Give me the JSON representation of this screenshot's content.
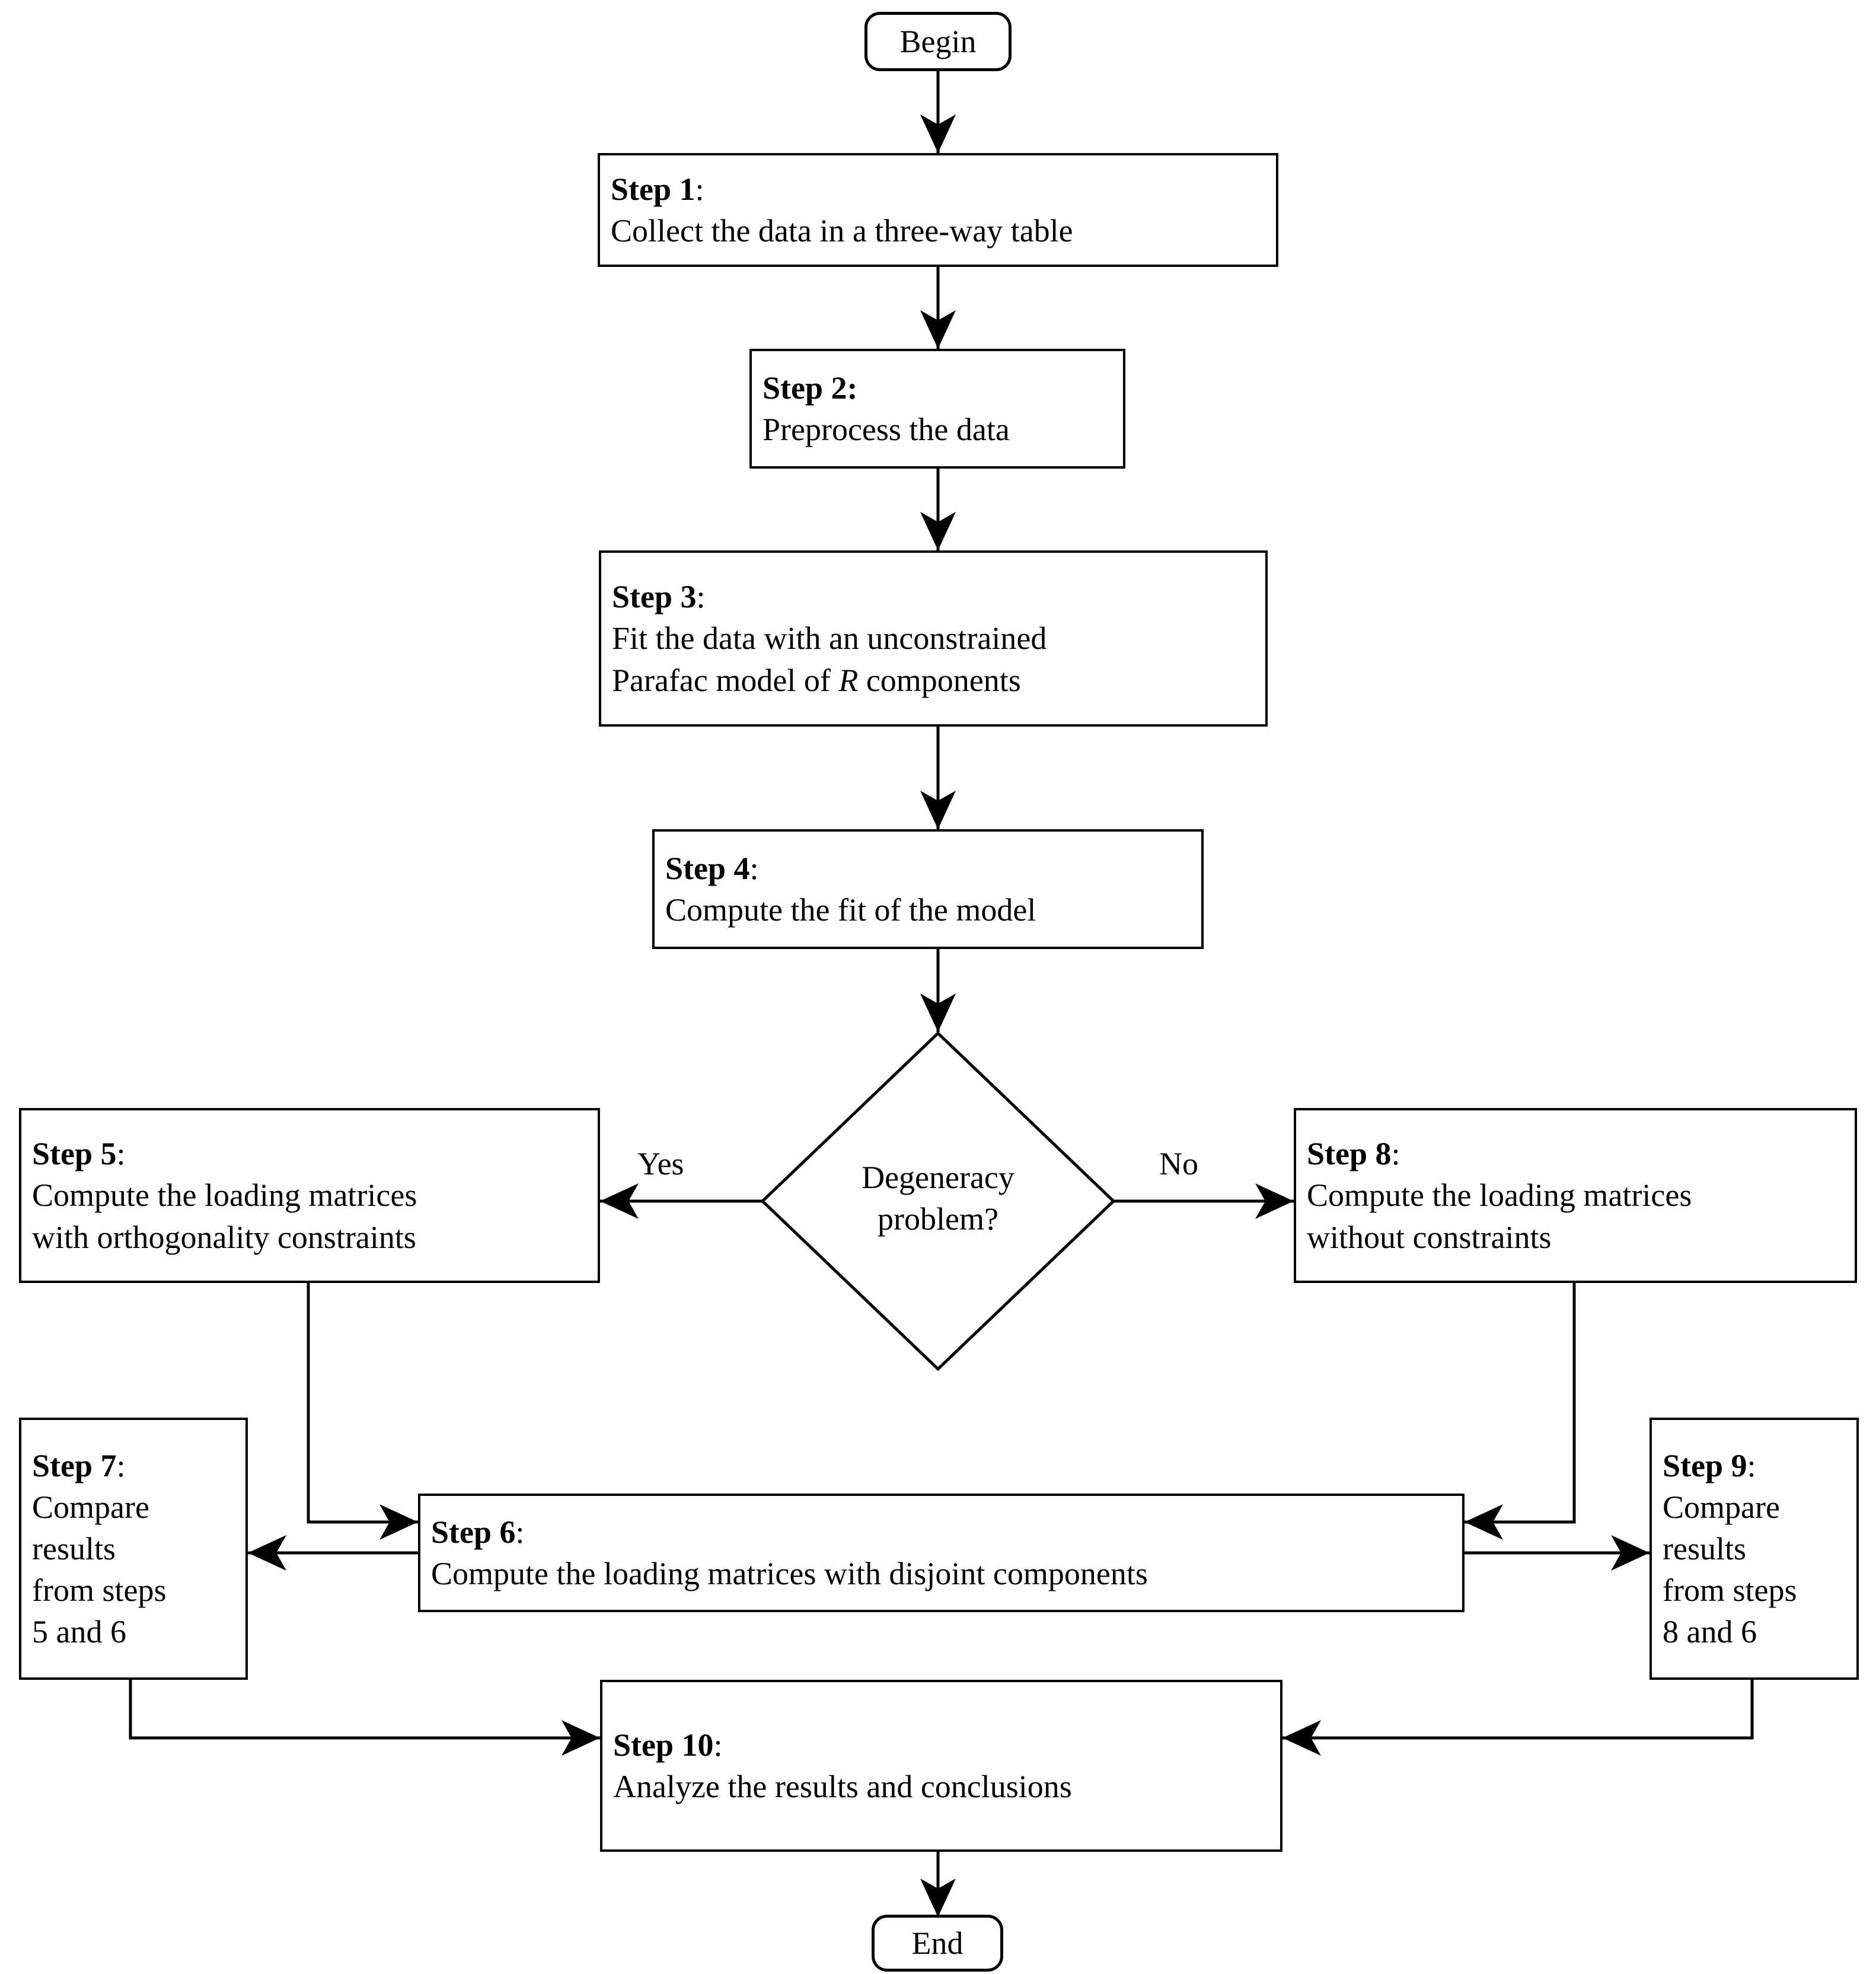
{
  "diagram": {
    "title": "Parafac analysis procedure flowchart",
    "type": "flowchart",
    "line_color": "#000000",
    "background_color": "#ffffff"
  },
  "terminals": {
    "begin": "Begin",
    "end": "End"
  },
  "decision": {
    "line1": "Degeneracy",
    "line2": "problem?",
    "yes_label": "Yes",
    "no_label": "No"
  },
  "steps": {
    "step1": {
      "heading": "Step 1",
      "colon": ":",
      "body1": "Collect the data in a three-way table"
    },
    "step2": {
      "heading": "Step 2:",
      "body1": "Preprocess the data"
    },
    "step3": {
      "heading": "Step 3",
      "colon": ":",
      "body1_a": "Fit the data with an unconstrained",
      "body2_a": "Parafac model of ",
      "body2_italic": "R",
      "body2_b": " components"
    },
    "step4": {
      "heading": "Step 4",
      "colon": ":",
      "body1": "Compute the fit of the model"
    },
    "step5": {
      "heading": "Step 5",
      "colon": ":",
      "body1": "Compute the loading matrices",
      "body2": "with orthogonality constraints"
    },
    "step6": {
      "heading": "Step 6",
      "colon": ":",
      "body1": "Compute the loading matrices with disjoint components"
    },
    "step7": {
      "heading": "Step 7",
      "colon": ":",
      "body1": "Compare",
      "body2": "results",
      "body3": "from steps",
      "body4": "5 and 6"
    },
    "step8": {
      "heading": "Step 8",
      "colon": ":",
      "body1": "Compute the loading matrices",
      "body2": "without constraints"
    },
    "step9": {
      "heading": "Step 9",
      "colon": ":",
      "body1": "Compare",
      "body2": "results",
      "body3": "from steps",
      "body4": "8 and 6"
    },
    "step10": {
      "heading": "Step 10",
      "colon": ":",
      "body1": "Analyze the results and conclusions"
    }
  }
}
